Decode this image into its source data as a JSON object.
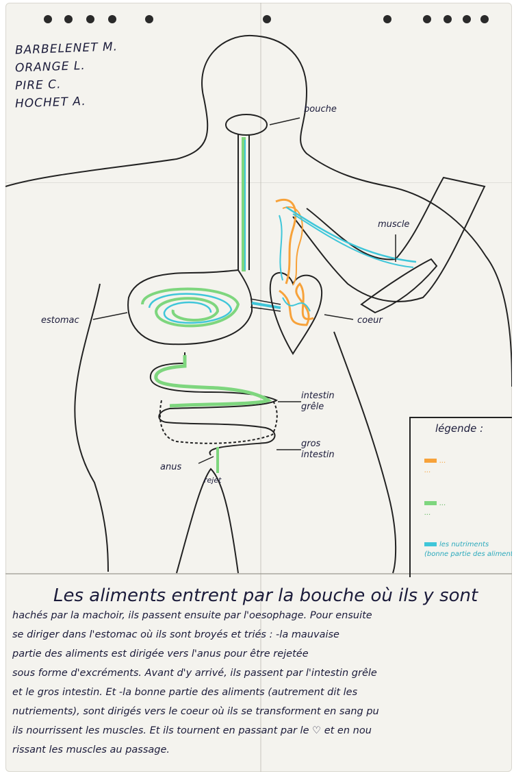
{
  "authors": [
    "BARBELENET M.",
    "ORANGE L.",
    "PIRE C.",
    "HOCHET A."
  ],
  "labels": {
    "bouche": "bouche",
    "muscle": "muscle",
    "estomac": "estomac",
    "coeur": "coeur",
    "intestin_grele": [
      "intestin",
      "grêle"
    ],
    "gros_intestin": [
      "gros",
      "intestin"
    ],
    "anus": "anus",
    "rejet": "rejet"
  },
  "legend": {
    "title": "légende :",
    "items": [
      {
        "color": "#f7a23a",
        "line1": "...",
        "line2": "..."
      },
      {
        "color": "#7ed67e",
        "line1": "...",
        "line2": "..."
      },
      {
        "color": "#3fc6d9",
        "line1": "les nutriments",
        "line2": "(bonne partie des aliments)"
      }
    ]
  },
  "paragraph": {
    "first": "Les aliments entrent par la bouche où ils y sont",
    "lines": [
      "hachés par la machoir, ils passent ensuite par l'oesophage. Pour ensuite",
      "se diriger dans l'estomac où ils sont broyés et triés : -la mauvaise",
      "partie des aliments est dirigée vers l'anus pour être rejetée",
      "sous forme d'excréments. Avant d'y arrivé, ils passent par l'intestin grêle",
      "et le gros intestin. Et -la bonne partie des aliments (autrement dit les",
      "nutriements), sont dirigés vers le coeur où ils se transforment en sang pu",
      "ils nourrissent les muscles. Et ils tournent en passant par le ♡ et en nou",
      "rissant les muscles au passage."
    ]
  },
  "colors": {
    "orange": "#f7a23a",
    "green": "#7ed67e",
    "cyan": "#3fc6d9",
    "ink": "#1b1b3a"
  }
}
